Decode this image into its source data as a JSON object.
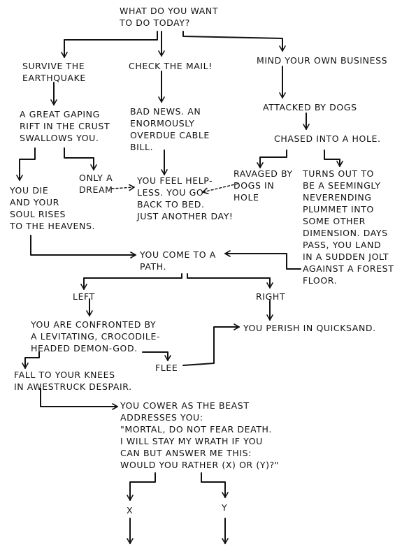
{
  "nodes": {
    "start": "What do you want\nto do today?",
    "survive": "Survive the\nearthquake",
    "mail": "Check the mail!",
    "mind": "Mind your own business",
    "rift": "A great gaping\nrift in the crust\nswallows you.",
    "bad_news": "Bad news. An\nenormously\noverdue cable\nbill.",
    "attacked": "Attacked by dogs",
    "chased": "Chased into a hole.",
    "die": "You die\nand your\nsoul rises\nto the heavens.",
    "dream": "Only a\ndream",
    "helpless": "You feel help-\nless. You go\nback to bed.\nJust another day!",
    "ravaged": "Ravaged by\ndogs in\nhole",
    "plummet": "Turns out to\nbe a seemingly\nneverending\nplummet into\nsome other\ndimension. Days\npass, you land\nin a sudden jolt\nagainst a forest\nfloor.",
    "path": "You come to a\npath.",
    "left": "Left",
    "right": "Right",
    "demon": "You are confronted by\na levitating, crocodile-\nheaded demon-god.",
    "quicksand": "You perish in quicksand.",
    "kneel": "Fall to your knees\nin awestruck despair.",
    "flee": "Flee",
    "cower": "You cower as the beast\naddresses you:\n\"Mortal, do not fear death.\nI will stay my wrath if you\ncan but answer me this:\nwould you rather (x) or (y)?\"",
    "x": "x",
    "y": "y"
  },
  "colors": {
    "ink": "#111111",
    "paper": "#ffffff"
  }
}
